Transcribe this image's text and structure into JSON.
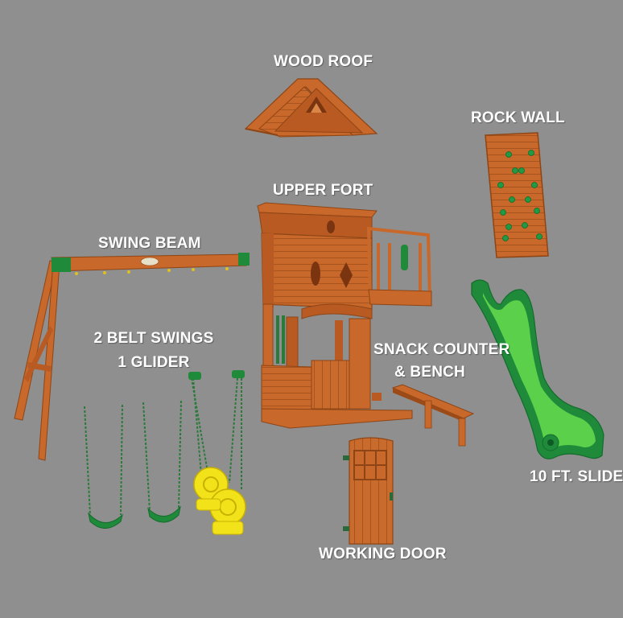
{
  "labels": {
    "wood_roof": "WOOD ROOF",
    "rock_wall": "ROCK WALL",
    "upper_fort": "UPPER FORT",
    "swing_beam": "SWING BEAM",
    "swings_line1": "2 BELT SWINGS",
    "swings_line2": "1 GLIDER",
    "snack_line1": "SNACK COUNTER",
    "snack_line2": "& BENCH",
    "slide": "10 FT. SLIDE",
    "working_door": "WORKING DOOR"
  },
  "colors": {
    "background": "#8f8f8f",
    "wood": "#c8682a",
    "wood_dark": "#9c4a18",
    "wood_light": "#dc8445",
    "green": "#1f8a3a",
    "green_light": "#33b34a",
    "yellow": "#f2e21a",
    "label": "#ffffff"
  }
}
